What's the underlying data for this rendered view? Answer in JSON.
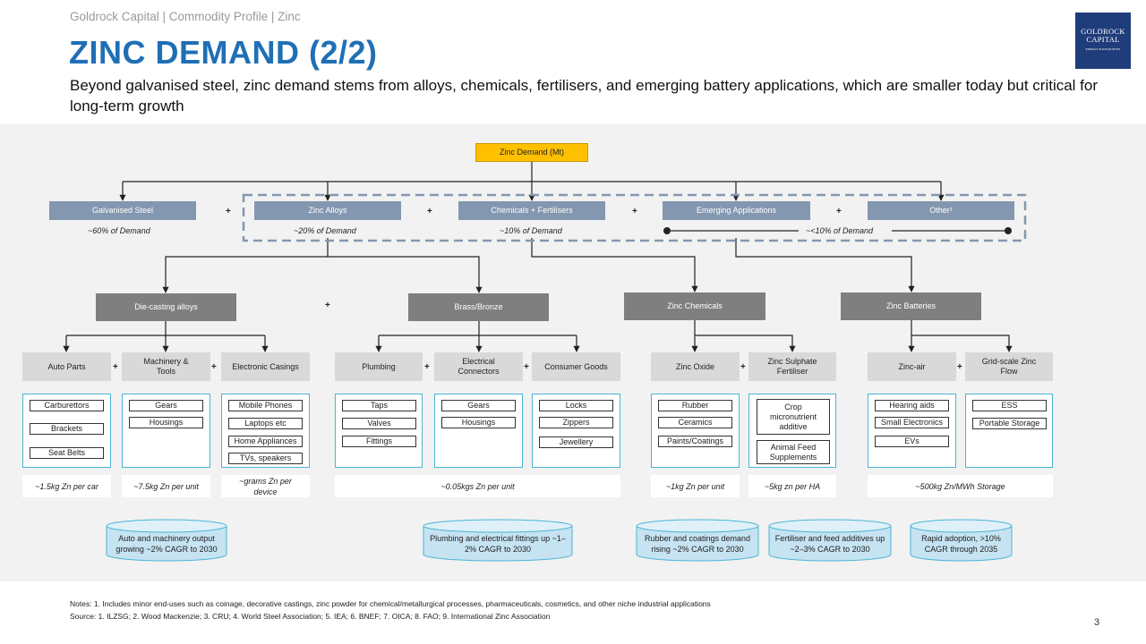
{
  "header": {
    "breadcrumb": "Goldrock Capital | Commodity Profile | Zinc",
    "title": "ZINC DEMAND (2/2)",
    "subtitle": "Beyond galvanised steel, zinc demand stems from alloys, chemicals, fertilisers, and emerging battery applications, which are smaller today but critical for long-term growth",
    "logo": {
      "line1": "GOLDROCK",
      "line2": "CAPITAL",
      "line3": "ENERGY & RESOURCES"
    }
  },
  "diagram": {
    "root": "Zinc Demand (Mt)",
    "level1": [
      {
        "label": "Galvanised Steel",
        "share": "~60% of Demand"
      },
      {
        "label": "Zinc Alloys",
        "share": "~20% of Demand"
      },
      {
        "label": "Chemicals + Fertilisers",
        "share": "~10% of Demand"
      },
      {
        "label": "Emerging Applications",
        "share": ""
      },
      {
        "label": "Other¹",
        "share": ""
      }
    ],
    "emerging_share": "~<10% of Demand",
    "level2": [
      "Die-casting alloys",
      "Brass/Bronze",
      "Zinc Chemicals",
      "Zinc Batteries"
    ],
    "level3": [
      {
        "label": "Auto Parts",
        "items": [
          "Carburettors",
          "Brackets",
          "Seat Belts"
        ],
        "metric": "~1.5kg Zn per car"
      },
      {
        "label": "Machinery & Tools",
        "items": [
          "Gears",
          "Housings"
        ],
        "metric": "~7.5kg Zn per unit"
      },
      {
        "label": "Electronic Casings",
        "items": [
          "Mobile Phones",
          "Laptops etc",
          "Home Appliances",
          "TVs, speakers"
        ],
        "metric": "~grams Zn per device"
      },
      {
        "label": "Plumbing",
        "items": [
          "Taps",
          "Valves",
          "Fittings"
        ],
        "metric": ""
      },
      {
        "label": "Electrical Connectors",
        "items": [
          "Gears",
          "Housings"
        ],
        "metric": ""
      },
      {
        "label": "Consumer Goods",
        "items": [
          "Locks",
          "Zippers",
          "Jewellery"
        ],
        "metric": ""
      },
      {
        "label": "Zinc Oxide",
        "items": [
          "Rubber",
          "Ceramics",
          "Paints/Coatings"
        ],
        "metric": "~1kg Zn per unit"
      },
      {
        "label": "Zinc Sulphate Fertiliser",
        "items": [
          "Crop micronutrient additive",
          "Animal Feed Supplements"
        ],
        "metric": "~5kg zn per HA"
      },
      {
        "label": "Zinc-air",
        "items": [
          "Hearing aids",
          "Small Electronics",
          "EVs"
        ],
        "metric": ""
      },
      {
        "label": "Grid-scale Zinc Flow",
        "items": [
          "ESS",
          "Portable Storage"
        ],
        "metric": ""
      }
    ],
    "shared_metrics": {
      "brass": "~0.05kgs Zn per unit",
      "batteries": "~500kg Zn/MWh Storage"
    },
    "outlooks": [
      "Auto and machinery output growing ~2% CAGR to 2030",
      "Plumbing and electrical fittings up ~1–2% CAGR to 2030",
      "Rubber and coatings demand rising ~2% CAGR to 2030",
      "Fertiliser and feed additives up ~2–3% CAGR to 2030",
      "Rapid adoption, >10% CAGR through 2035"
    ],
    "plus": "+"
  },
  "footer": {
    "notes": "Notes: 1. Includes minor end-uses such as coinage, decorative castings, zinc powder for chemical/metallurgical processes, pharmaceuticals, cosmetics, and other niche industrial applications",
    "source": "Source:  1. ILZSG; 2. Wood Mackenzie; 3. CRU; 4. World Steel Association; 5. IEA; 6. BNEF; 7. OICA; 8. FAO; 9. International Zinc Association",
    "page_number": "3"
  },
  "colors": {
    "title": "#1f6fb5",
    "root_fill": "#ffc000",
    "level1_fill": "#8497b0",
    "level2_fill": "#7f7f7f",
    "level3_fill": "#d9d9d9",
    "group_border": "#4ab4d4",
    "outlook_fill": "#c6e3f2",
    "logo_fill": "#1f3d7a"
  }
}
